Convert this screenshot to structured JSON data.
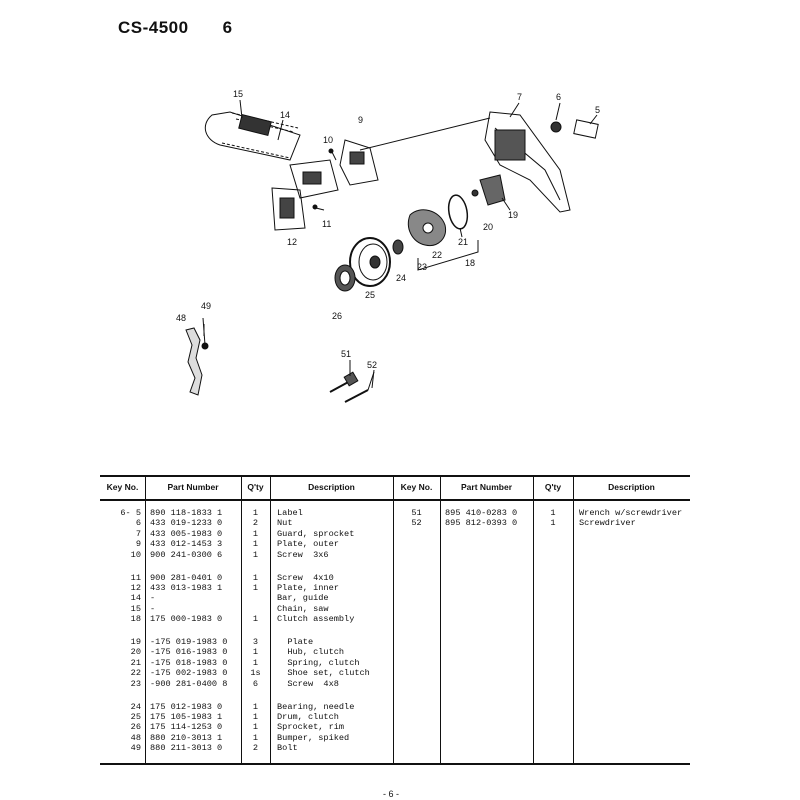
{
  "header": {
    "model": "CS-4500",
    "page_section": "6"
  },
  "callouts": [
    "15",
    "14",
    "10",
    "9",
    "7",
    "6",
    "5",
    "11",
    "12",
    "19",
    "20",
    "21",
    "18",
    "22",
    "23",
    "24",
    "25",
    "26",
    "48",
    "49",
    "51",
    "52"
  ],
  "table": {
    "columns": [
      "Key No.",
      "Part Number",
      "Q'ty",
      "Description",
      "Key No.",
      "Part Number",
      "Q'ty",
      "Description"
    ],
    "left_groups": [
      [
        {
          "key": "6- 5",
          "part": "890 118-1833 1",
          "qty": "1",
          "desc": "Label"
        },
        {
          "key": "6",
          "part": "433 019-1233 0",
          "qty": "2",
          "desc": "Nut"
        },
        {
          "key": "7",
          "part": "433 005-1983 0",
          "qty": "1",
          "desc": "Guard, sprocket"
        },
        {
          "key": "9",
          "part": "433 012-1453 3",
          "qty": "1",
          "desc": "Plate, outer"
        },
        {
          "key": "10",
          "part": "900 241-0300 6",
          "qty": "1",
          "desc": "Screw  3x6"
        }
      ],
      [
        {
          "key": "11",
          "part": "900 281-0401 0",
          "qty": "1",
          "desc": "Screw  4x10"
        },
        {
          "key": "12",
          "part": "433 013-1983 1",
          "qty": "1",
          "desc": "Plate, inner"
        },
        {
          "key": "14",
          "part": "-",
          "qty": "",
          "desc": "Bar, guide"
        },
        {
          "key": "15",
          "part": "-",
          "qty": "",
          "desc": "Chain, saw"
        },
        {
          "key": "18",
          "part": "175 000-1983 0",
          "qty": "1",
          "desc": "Clutch assembly"
        }
      ],
      [
        {
          "key": "19",
          "part": "-175 019-1983 0",
          "qty": "3",
          "desc": "  Plate"
        },
        {
          "key": "20",
          "part": "-175 016-1983 0",
          "qty": "1",
          "desc": "  Hub, clutch"
        },
        {
          "key": "21",
          "part": "-175 018-1983 0",
          "qty": "1",
          "desc": "  Spring, clutch"
        },
        {
          "key": "22",
          "part": "-175 002-1983 0",
          "qty": "1s",
          "desc": "  Shoe set, clutch"
        },
        {
          "key": "23",
          "part": "-900 281-0400 8",
          "qty": "6",
          "desc": "  Screw  4x8"
        }
      ],
      [
        {
          "key": "24",
          "part": "175 012-1983 0",
          "qty": "1",
          "desc": "Bearing, needle"
        },
        {
          "key": "25",
          "part": "175 105-1983 1",
          "qty": "1",
          "desc": "Drum, clutch"
        },
        {
          "key": "26",
          "part": "175 114-1253 0",
          "qty": "1",
          "desc": "Sprocket, rim"
        },
        {
          "key": "48",
          "part": "880 210-3013 1",
          "qty": "1",
          "desc": "Bumper, spiked"
        },
        {
          "key": "49",
          "part": "880 211-3013 0",
          "qty": "2",
          "desc": "Bolt"
        }
      ]
    ],
    "right_rows": [
      {
        "key": "51",
        "part": "895 410-0283 0",
        "qty": "1",
        "desc": "Wrench w/screwdriver"
      },
      {
        "key": "52",
        "part": "895 812-0393 0",
        "qty": "1",
        "desc": "Screwdriver"
      }
    ]
  },
  "footer": {
    "page_number": "- 6 -"
  }
}
